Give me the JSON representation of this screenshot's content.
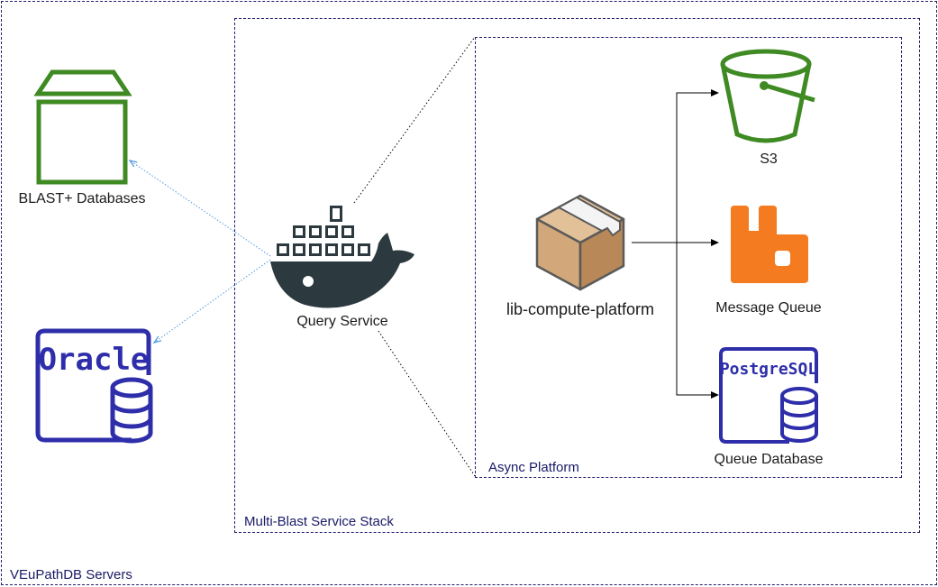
{
  "groups": {
    "servers": "VEuPathDB Servers",
    "stack": "Multi-Blast Service Stack",
    "async": "Async Platform"
  },
  "nodes": {
    "blast_db": {
      "label": "BLAST+ Databases",
      "icon": "storage-box-icon",
      "color": "#3f8a23"
    },
    "oracle": {
      "label": "Oracle",
      "icon": "oracle-database-icon",
      "color": "#2e2eaa"
    },
    "query_service": {
      "label": "Query Service",
      "icon": "docker-whale-icon",
      "color": "#2c3a40"
    },
    "lib_compute": {
      "label": "lib-compute-platform",
      "icon": "package-box-icon",
      "color": "#d2a779"
    },
    "s3": {
      "label": "S3",
      "icon": "s3-bucket-icon",
      "color": "#3f8a23"
    },
    "mq": {
      "label": "Message Queue",
      "icon": "rabbitmq-icon",
      "color": "#f47b20"
    },
    "queue_db": {
      "label": "Queue Database",
      "icon": "postgresql-database-icon",
      "color": "#2e2eaa",
      "logo_text": "PostgreSQL"
    }
  }
}
